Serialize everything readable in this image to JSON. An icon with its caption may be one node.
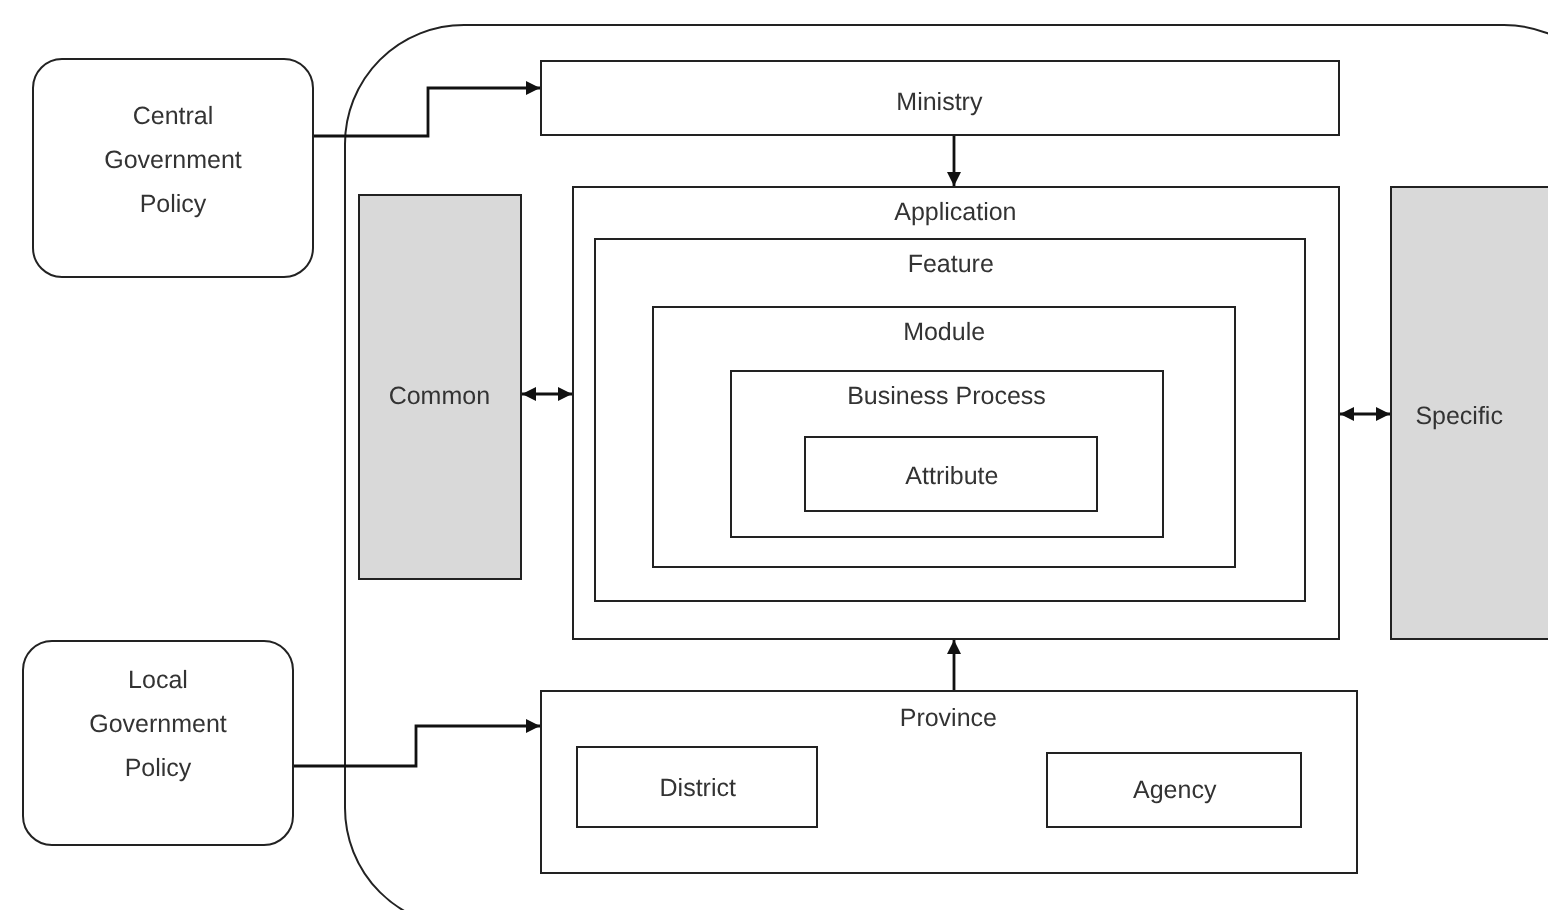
{
  "diagram": {
    "nodes": [
      {
        "text": [],
        "shape": "box"
      },
      {
        "text": [
          "Central Government Policy"
        ]
      },
      {
        "text": [
          "Ministry"
        ],
        "in": 0
      },
      {
        "text": [
          "Common"
        ],
        "in": 0
      },
      {
        "text": [
          "Application"
        ],
        "in": 0
      },
      {
        "text": [
          "Feature"
        ],
        "in": 4
      },
      {
        "text": [
          "Module"
        ],
        "in": 5
      },
      {
        "text": [
          "Business Process"
        ],
        "in": 6
      },
      {
        "text": [
          "Attribute"
        ],
        "in": 7
      },
      {
        "text": [
          "Specific"
        ],
        "in": 0
      },
      {
        "text": [
          "Local Government Policy"
        ]
      },
      {
        "text": [
          "Province"
        ],
        "in": 0
      },
      {
        "text": [
          "District"
        ],
        "in": 11
      },
      {
        "text": [
          "Agency"
        ],
        "in": 11
      }
    ],
    "edges": [
      {
        "from": 1,
        "to": 2,
        "arrow": "to"
      },
      {
        "from": 2,
        "to": 4,
        "arrow": "to"
      },
      {
        "from": 3,
        "to": 4,
        "arrow": "both"
      },
      {
        "from": 4,
        "to": 9,
        "arrow": "both"
      },
      {
        "from": 10,
        "to": 11,
        "arrow": "to"
      },
      {
        "from": 11,
        "to": 4,
        "arrow": "to"
      }
    ]
  }
}
